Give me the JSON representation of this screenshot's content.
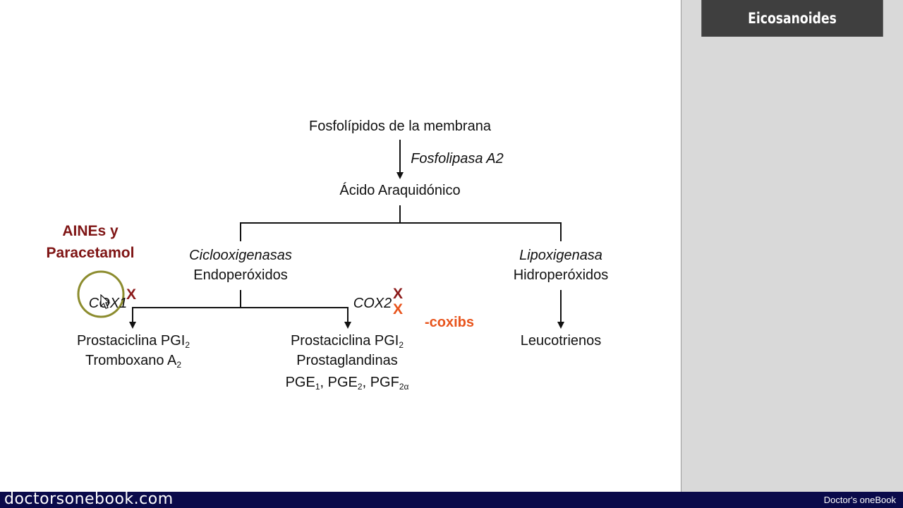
{
  "sidebar": {
    "title": "Eicosanoides"
  },
  "footer": {
    "site": "doctorsonebook.com",
    "brand": "Doctor's oneBook"
  },
  "diagram": {
    "root": "Fosfolípidos de la membrana",
    "enzyme_a2": "Fosfolipasa A2",
    "arachidonic": "Ácido Araquidónico",
    "cox_enzyme": "Ciclooxigenasas",
    "cox_product": "Endoperóxidos",
    "lox_enzyme": "Lipoxigenasa",
    "lox_product": "Hidroperóxidos",
    "cox1": "COX1",
    "cox2": "COX2",
    "cox1_products": {
      "line1": "Prostaciclina PGI",
      "line1_sub": "2",
      "line2": "Tromboxano A",
      "line2_sub": "2"
    },
    "cox2_products": {
      "line1": "Prostaciclina PGI",
      "line1_sub": "2",
      "line2": "Prostaglandinas",
      "line3_a": "PGE",
      "line3_a_sub": "1",
      "line3_sep1": ", ",
      "line3_b": "PGE",
      "line3_b_sub": "2",
      "line3_sep2": ", ",
      "line3_c": "PGF",
      "line3_c_sub": "2α"
    },
    "lox_products": "Leucotrienos",
    "inhibitors": {
      "line1": "AINEs y",
      "line2": "Paracetamol",
      "mark": "X"
    },
    "coxibs": "-coxibs",
    "cox2_marks": [
      "X",
      "X"
    ]
  },
  "colors": {
    "inhibitor_red": "#7f1515",
    "coxibs_orange": "#e8541c",
    "highlight_circle": "#8c8c2e",
    "footer_bg": "#0a0a4a",
    "sidebar_header_bg": "#3f3f3f"
  }
}
